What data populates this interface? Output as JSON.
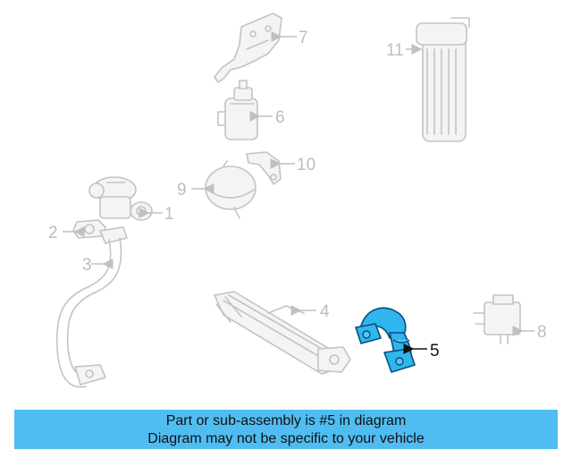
{
  "callouts": {
    "c1": "1",
    "c2": "2",
    "c3": "3",
    "c4": "4",
    "c5": "5",
    "c6": "6",
    "c7": "7",
    "c8": "8",
    "c9": "9",
    "c10": "10",
    "c11": "11"
  },
  "highlighted_part": "5",
  "colors": {
    "highlight": "#2fb6ee",
    "banner": "#4fbdf2",
    "faded": "#c3c3c3"
  },
  "banner": {
    "line1": "Part or sub-assembly is #5 in diagram",
    "line2": "Diagram may not be specific to your vehicle"
  }
}
